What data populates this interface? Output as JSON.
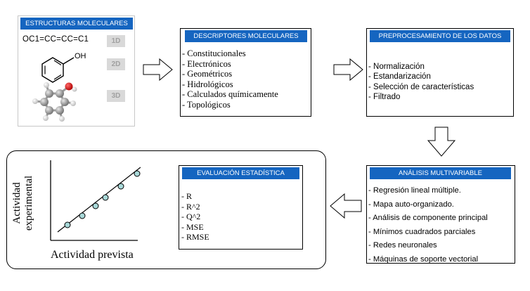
{
  "structures": {
    "header": "ESTRUCTURAS MOLECULARES",
    "smiles": "OC1=CC=CC=C1",
    "oh_label": "OH",
    "dim_labels": [
      "1D",
      "2D",
      "3D"
    ]
  },
  "descriptors": {
    "header": "DESCRIPTORES MOLECULARES",
    "items": [
      "- Constitucionales",
      "- Electrónicos",
      "- Geométricos",
      "- Hidrológicos",
      "- Calculados químicamente",
      "- Topológicos"
    ]
  },
  "preprocessing": {
    "header": "PREPROCESAMIENTO DE LOS DATOS",
    "items": [
      "- Normalización",
      "- Estandarización",
      "- Selección de características",
      "- Filtrado"
    ]
  },
  "multivariate": {
    "header": "ANÁLISIS MULTIVARIABLE",
    "items": [
      "- Regresión lineal múltiple.",
      "- Mapa auto-organizado.",
      "- Análisis de componente principal",
      "- Mínimos cuadrados parciales",
      "- Redes neuronales",
      "- Máquinas de soporte vectorial"
    ]
  },
  "evaluation": {
    "header": "EVALUACIÓN ESTADÍSTICA",
    "items": [
      "- R",
      "- R^2",
      "- Q^2",
      "- MSE",
      "- RMSE"
    ]
  },
  "plot": {
    "ylabel_line1": "Actividad",
    "ylabel_line2": "experimental",
    "xlabel": "Actividad prevista"
  },
  "colors": {
    "header_bg": "#1565c0",
    "point_fill": "#a8d8d8",
    "atom_grey": "#8a8a8a",
    "atom_red": "#cc0000"
  }
}
